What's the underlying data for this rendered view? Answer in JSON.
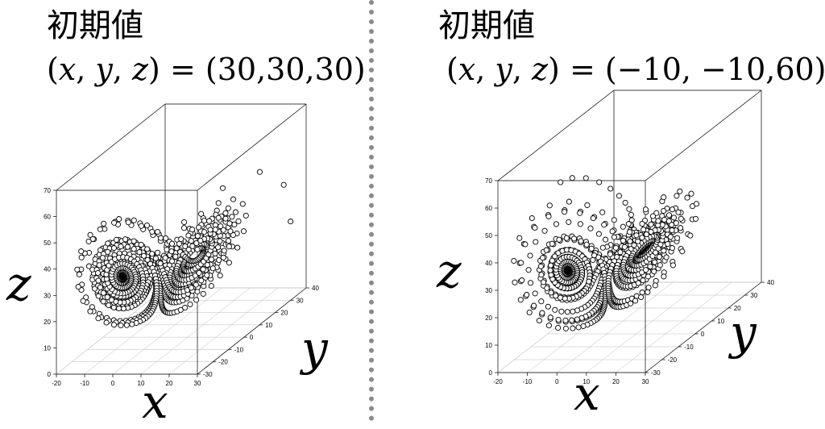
{
  "chart_data": [
    {
      "type": "scatter",
      "title": "初期値",
      "initial_condition_label": "(𝑥, 𝑦, 𝑧) = (30,30,30)",
      "initial_condition": [
        30,
        30,
        30
      ],
      "xlabel": "x",
      "ylabel": "y",
      "zlabel": "z",
      "xlim": [
        -20,
        30
      ],
      "ylim": [
        -30,
        40
      ],
      "zlim": [
        0,
        70
      ],
      "x_ticks": [
        "-20",
        "-10",
        "0",
        "10",
        "20",
        "30"
      ],
      "y_ticks": [
        "-30",
        "-20",
        "-10",
        "0",
        "10",
        "20",
        "30",
        "40"
      ],
      "z_ticks": [
        "0",
        "10",
        "20",
        "30",
        "40",
        "50",
        "60",
        "70"
      ],
      "marker": "open-circle"
    },
    {
      "type": "scatter",
      "title": "初期値",
      "initial_condition_label": "(𝑥, 𝑦, 𝑧) = (−10, −10,60)",
      "initial_condition": [
        -10,
        -10,
        60
      ],
      "xlabel": "x",
      "ylabel": "y",
      "zlabel": "z",
      "xlim": [
        -20,
        30
      ],
      "ylim": [
        -30,
        40
      ],
      "zlim": [
        0,
        70
      ],
      "x_ticks": [
        "-20",
        "-10",
        "0",
        "10",
        "20",
        "30"
      ],
      "y_ticks": [
        "-30",
        "-20",
        "-10",
        "0",
        "10",
        "20",
        "30",
        "40"
      ],
      "z_ticks": [
        "0",
        "10",
        "20",
        "30",
        "40",
        "50",
        "60",
        "70"
      ],
      "marker": "open-circle"
    }
  ]
}
